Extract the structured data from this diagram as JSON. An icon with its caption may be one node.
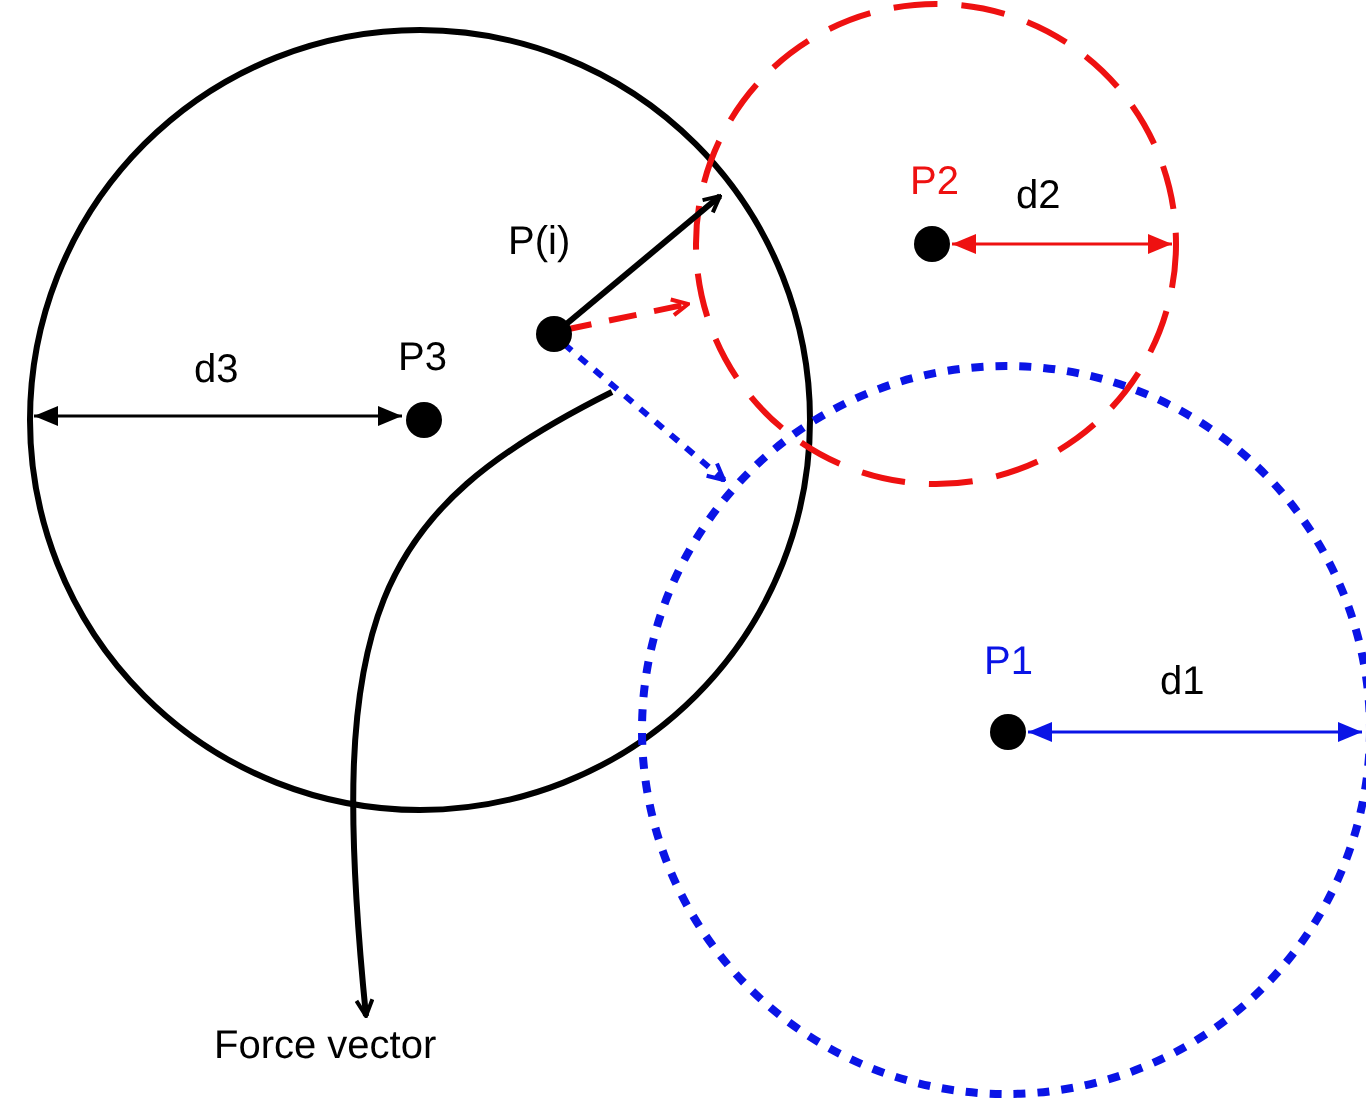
{
  "diagram": {
    "nodes": [
      {
        "text": [
          "P(i)"
        ]
      },
      {
        "text": [
          "P3"
        ]
      },
      {
        "text": [
          "P2"
        ]
      },
      {
        "text": [
          "P1"
        ]
      },
      {
        "text": [
          "Force vector"
        ]
      }
    ],
    "edges": [
      {
        "from": null,
        "to": 4,
        "arrow": "to"
      }
    ],
    "labels": [
      "d3",
      "d2",
      "d1"
    ]
  }
}
